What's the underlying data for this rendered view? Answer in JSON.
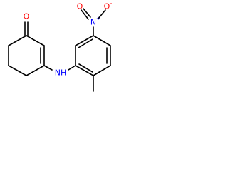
{
  "structure": {
    "atoms": {
      "ketone_oxygen": "O",
      "amine": "NH",
      "nitro_nitrogen": "N",
      "nitro_charge": "+",
      "nitro_oxygen_double": "O",
      "nitro_oxygen_single": "O",
      "nitro_oxygen_charge": "-"
    },
    "colors": {
      "bond": "#000000",
      "oxygen": "#ff0000",
      "nitrogen": "#0000ff",
      "carbon": "#000000"
    }
  }
}
